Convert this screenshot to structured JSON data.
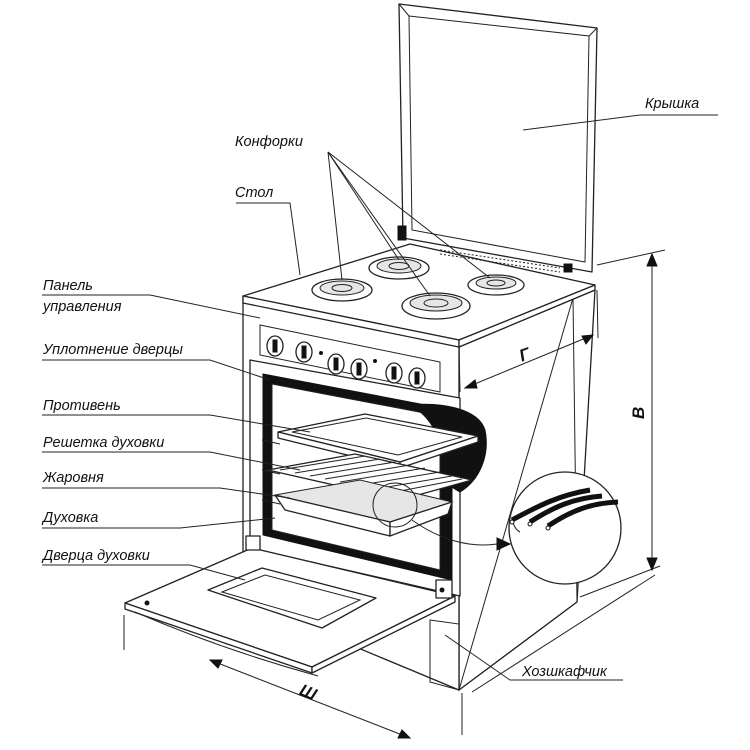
{
  "labels": {
    "lid": "Крышка",
    "burners": "Конфорки",
    "table": "Стол",
    "control_panel_1": "Панель",
    "control_panel_2": "управления",
    "door_seal": "Уплотнение дверцы",
    "baking_tray": "Противень",
    "oven_rack": "Решетка духовки",
    "roasting_pan": "Жаровня",
    "oven": "Духовка",
    "oven_door": "Дверца духовки",
    "drawer": "Хозшкафчик"
  },
  "dimensions": {
    "depth": "Г",
    "height": "В",
    "width": "Ш"
  },
  "colors": {
    "line": "#222222",
    "oven_interior": "#111111",
    "background": "#ffffff"
  }
}
